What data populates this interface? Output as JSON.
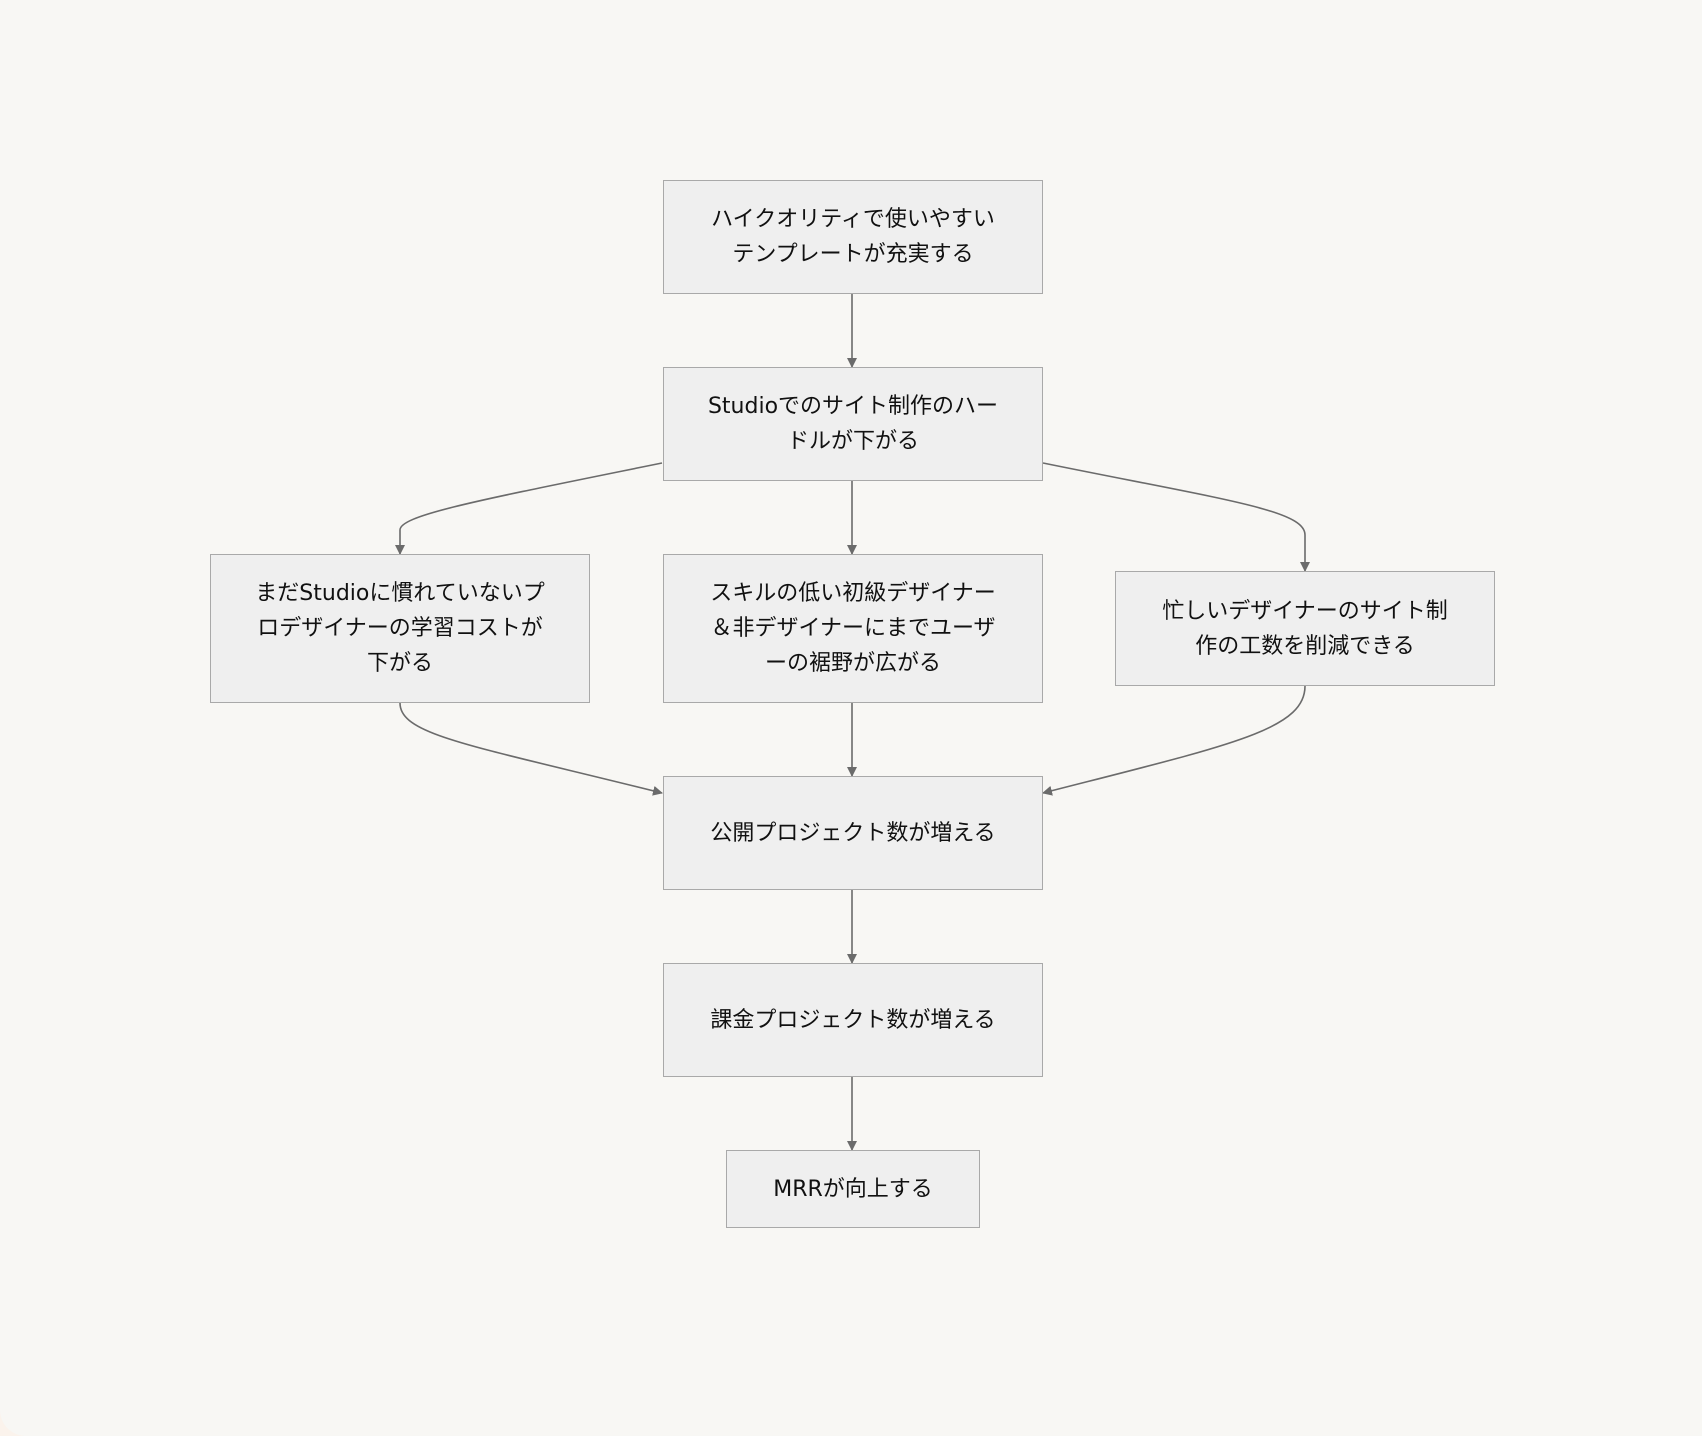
{
  "diagram": {
    "nodes": {
      "templates": {
        "label": "ハイクオリティで使いやすいテンプレートが充実する"
      },
      "hurdle": {
        "label": "Studioでのサイト制作のハードルが下がる"
      },
      "pro_learning": {
        "label": "まだStudioに慣れていないプロデザイナーの学習コストが下がる"
      },
      "user_base": {
        "label": "スキルの低い初級デザイナー＆非デザイナーにまでユーザーの裾野が広がる"
      },
      "busy_designers": {
        "label": "忙しいデザイナーのサイト制作の工数を削減できる"
      },
      "public_projects": {
        "label": "公開プロジェクト数が増える"
      },
      "paid_projects": {
        "label": "課金プロジェクト数が増える"
      },
      "mrr": {
        "label": "MRRが向上する"
      }
    },
    "edges": [
      {
        "from": "templates",
        "to": "hurdle"
      },
      {
        "from": "hurdle",
        "to": "pro_learning"
      },
      {
        "from": "hurdle",
        "to": "user_base"
      },
      {
        "from": "hurdle",
        "to": "busy_designers"
      },
      {
        "from": "pro_learning",
        "to": "public_projects"
      },
      {
        "from": "user_base",
        "to": "public_projects"
      },
      {
        "from": "busy_designers",
        "to": "public_projects"
      },
      {
        "from": "public_projects",
        "to": "paid_projects"
      },
      {
        "from": "paid_projects",
        "to": "mrr"
      }
    ],
    "colors": {
      "node_fill": "#efefef",
      "node_border": "#a9a9a9",
      "edge": "#6b6b6b",
      "background": "#f8f7f4"
    }
  }
}
